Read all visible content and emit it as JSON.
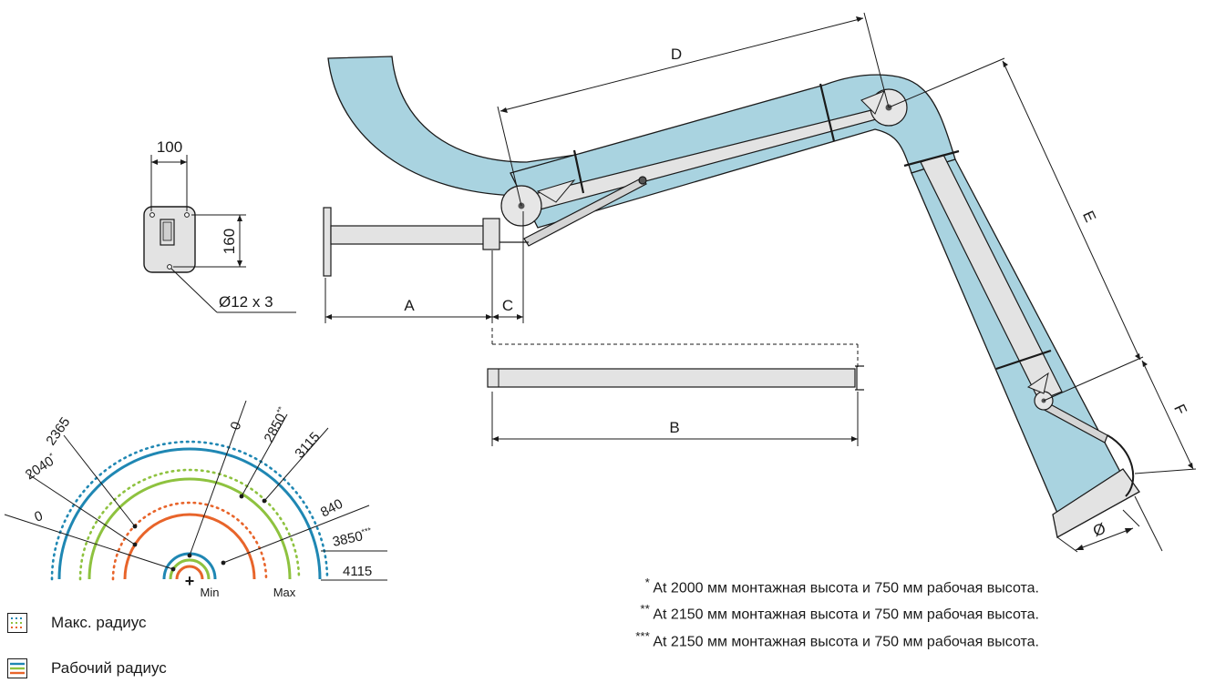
{
  "labels": {
    "A": "A",
    "B": "B",
    "C": "C",
    "D": "D",
    "E": "E",
    "F": "F",
    "diameter": "Ø",
    "bracket_width": "100",
    "bracket_height": "160",
    "hole_spec": "Ø12 x 3"
  },
  "radius": {
    "labels": [
      "2365",
      "2040",
      "0",
      "0",
      "2850",
      "3115",
      "840",
      "3850",
      "4115"
    ],
    "marks": {
      "2040": "*",
      "2850": "**",
      "3850": "***"
    },
    "min_label": "Min",
    "max_label": "Max",
    "center_label": "+"
  },
  "notes": [
    {
      "mark": "*",
      "text": " At 2000 мм монтажная высота и 750 мм рабочая высота."
    },
    {
      "mark": "**",
      "text": " At 2150 мм монтажная высота и 750 мм рабочая высота."
    },
    {
      "mark": "***",
      "text": " At 2150 мм монтажная высота и 750 мм рабочая высота."
    }
  ],
  "legend": {
    "max_radius": "Макс. радиус",
    "working_radius": "Рабочий радиус"
  },
  "colors": {
    "pipe": "#a9d3e0",
    "arm": "#e3e3e3",
    "blue": "#1f87b3",
    "green": "#8ec23f",
    "orange": "#e8642a"
  }
}
